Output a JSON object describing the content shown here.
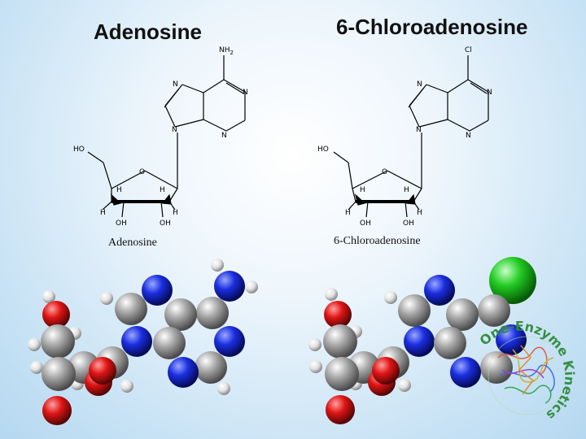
{
  "titles": {
    "left": "Adenosine",
    "right": "6-Chloroadenosine"
  },
  "adenosine": {
    "caption": "Adenosine",
    "atoms": {
      "nh2": "NH",
      "nh2_sub": "2",
      "n7": "N",
      "n1": "N",
      "n9": "N",
      "n3": "N",
      "ho": "HO",
      "o_ring": "O",
      "h1": "H",
      "h2": "H",
      "h3": "H",
      "h4": "H",
      "oh1": "OH",
      "oh2": "OH"
    }
  },
  "chloroadenosine": {
    "caption": "6-Chloroadenosine",
    "atoms": {
      "cl": "Cl",
      "n7": "N",
      "n1": "N",
      "n9": "N",
      "n3": "N",
      "ho": "HO",
      "o_ring": "O",
      "h1": "H",
      "h2": "H",
      "h3": "H",
      "h4": "H",
      "oh1": "OH",
      "oh2": "OH"
    }
  },
  "logo": {
    "text": "One-Enzyme Kinetics"
  },
  "colors": {
    "carbon": "#9a9a9a",
    "nitrogen": "#1428d8",
    "oxygen": "#dd1111",
    "hydrogen": "#e8e8e8",
    "chlorine": "#22cc22",
    "logo_green": "#2e8b3a"
  }
}
